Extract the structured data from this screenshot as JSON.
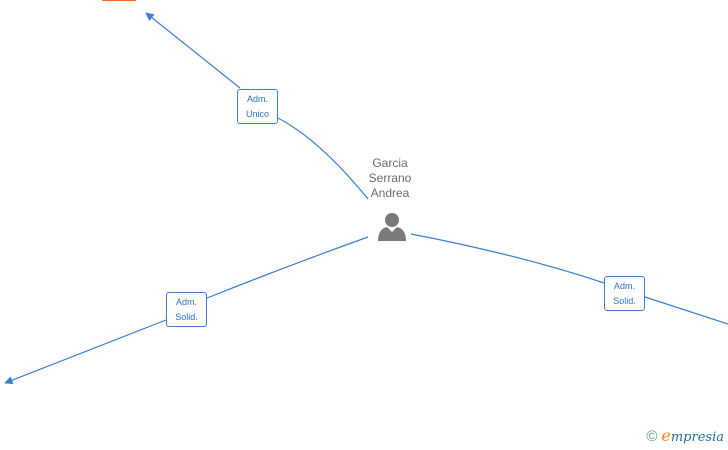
{
  "person": {
    "name_lines": [
      "Garcia",
      "Serrano",
      "Andrea"
    ],
    "icon": "person-icon"
  },
  "company_node": {
    "icon": "building-icon",
    "color": "#f26b21"
  },
  "edges": [
    {
      "label_lines": [
        "Adm.",
        "Unico"
      ],
      "direction": "to-top-left"
    },
    {
      "label_lines": [
        "Adm.",
        "Solid."
      ],
      "direction": "to-bottom-left"
    },
    {
      "label_lines": [
        "Adm.",
        "Solid."
      ],
      "direction": "to-right"
    }
  ],
  "footer": {
    "copyright_symbol": "©",
    "brand_first": "e",
    "brand_rest": "mpresia",
    "icon": "copyright-icon"
  },
  "colors": {
    "edge": "#3b7fd0",
    "person_text": "#6a6a6a",
    "person_icon": "#7a7a7a"
  }
}
